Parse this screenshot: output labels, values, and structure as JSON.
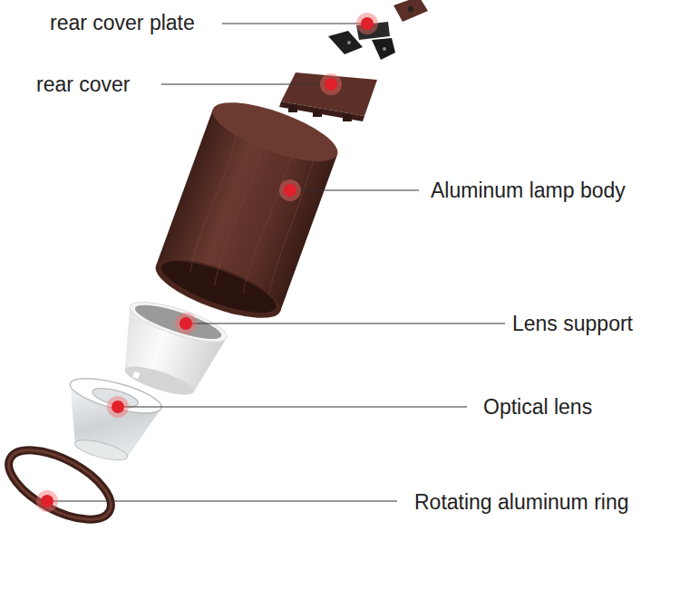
{
  "diagram": {
    "labels": [
      "rear cover plate",
      "rear cover",
      "Aluminum lamp body",
      "Lens support",
      "Optical lens",
      "Rotating aluminum ring"
    ]
  }
}
